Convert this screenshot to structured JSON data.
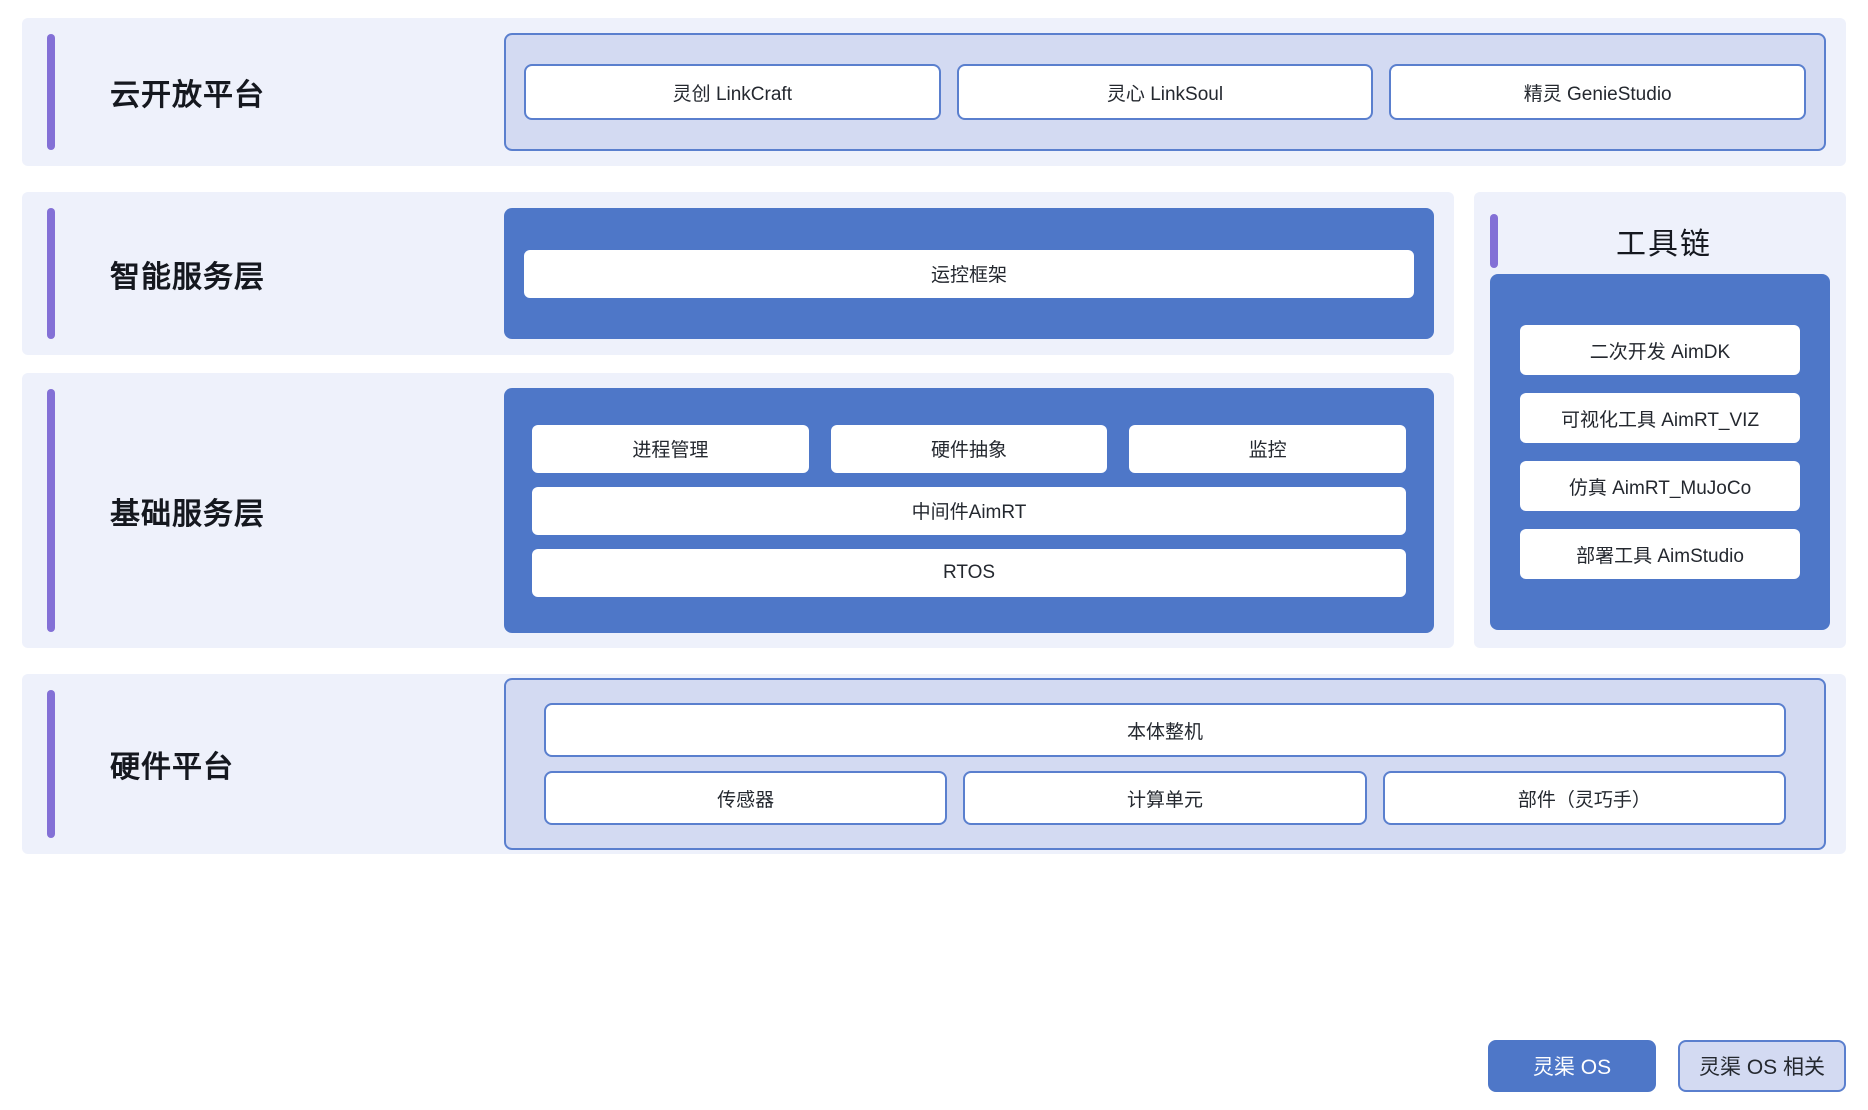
{
  "colors": {
    "row_background": "#eef1fb",
    "layer_bar_purple": "#8370d6",
    "group_lavender": "#d3daf2",
    "group_blue": "#4e77c8",
    "box_border_blue": "#5a7fce",
    "box_fill_white": "#ffffff",
    "text_dark": "#24282f"
  },
  "layers": [
    {
      "label": "云开放平台",
      "style": "lavender",
      "items": [
        "灵创 LinkCraft",
        "灵心 LinkSoul",
        "精灵 GenieStudio"
      ]
    },
    {
      "label": "智能服务层",
      "style": "blue",
      "items": [
        "运控框架"
      ]
    },
    {
      "label": "基础服务层",
      "style": "blue",
      "row1": [
        "进程管理",
        "硬件抽象",
        "监控"
      ],
      "row2": "中间件AimRT",
      "row3": "RTOS"
    },
    {
      "label": "硬件平台",
      "style": "lavender",
      "top": "本体整机",
      "bottom": [
        "传感器",
        "计算单元",
        "部件（灵巧手）"
      ]
    }
  ],
  "toolchain": {
    "title": "工具链",
    "items": [
      "二次开发 AimDK",
      "可视化工具 AimRT_VIZ",
      "仿真 AimRT_MuJoCo",
      "部署工具 AimStudio"
    ]
  },
  "legend": {
    "os": "灵渠 OS",
    "os_related": "灵渠 OS 相关"
  }
}
